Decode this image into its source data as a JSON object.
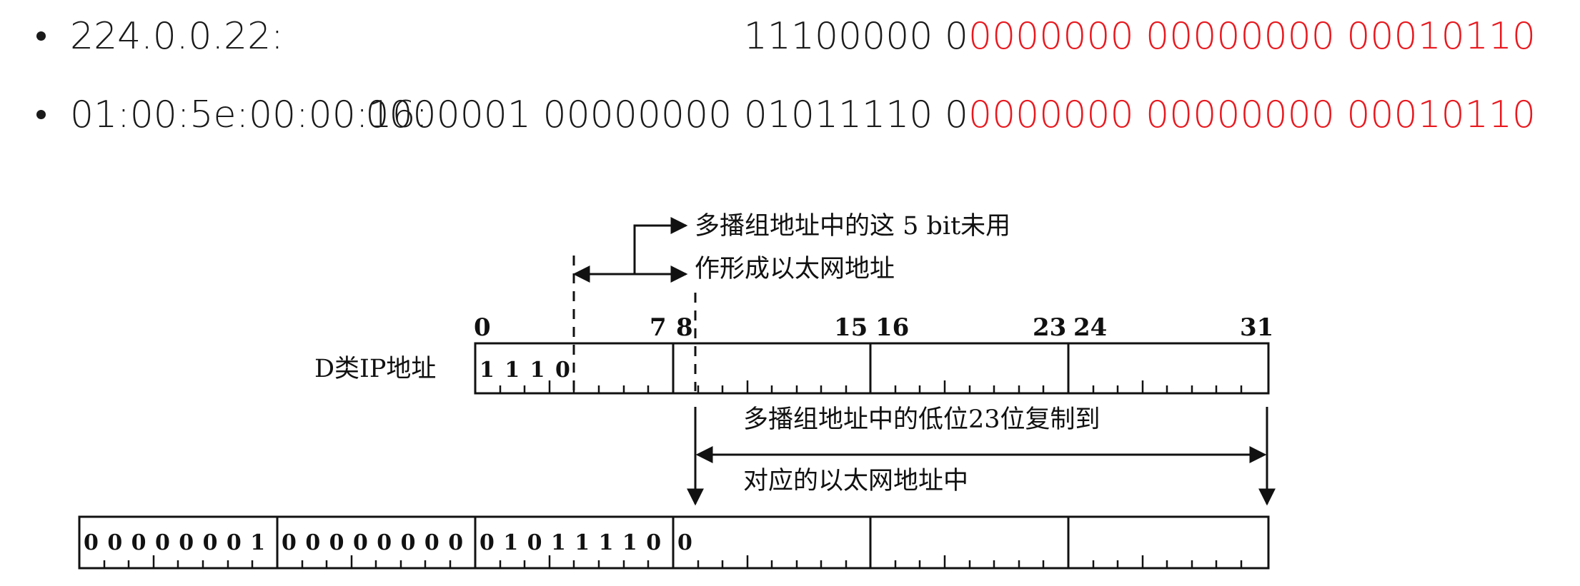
{
  "bullets": [
    {
      "label": "224.0.0.22:",
      "bits_black": "11100000 0",
      "bits_red": "0000000 00000000 00010110"
    },
    {
      "label": "01:00:5e:00:00:16:",
      "bits_black": "0000001 00000000 01011110 0",
      "bits_red": "0000000 00000000 00010110"
    }
  ],
  "diagram": {
    "unused_label_line1": "多播组地址中的这 5 bit未用",
    "unused_label_line2": "作形成以太网地址",
    "bit_positions": [
      "0",
      "7",
      "8",
      "15",
      "16",
      "23",
      "24",
      "31"
    ],
    "class_d_label": "D类IP地址",
    "class_d_prefix_bits": "1 1 1 0",
    "copy_label_line1": "多播组地址中的低位23位复制到",
    "copy_label_line2": "对应的以太网地址中",
    "mac_byte1": "0 0 0 0 0 0 0 1",
    "mac_byte2": "0 0 0 0 0 0 0 0",
    "mac_byte3": "0 1 0 1 1 1 1 0",
    "mac_bit25": "0"
  }
}
